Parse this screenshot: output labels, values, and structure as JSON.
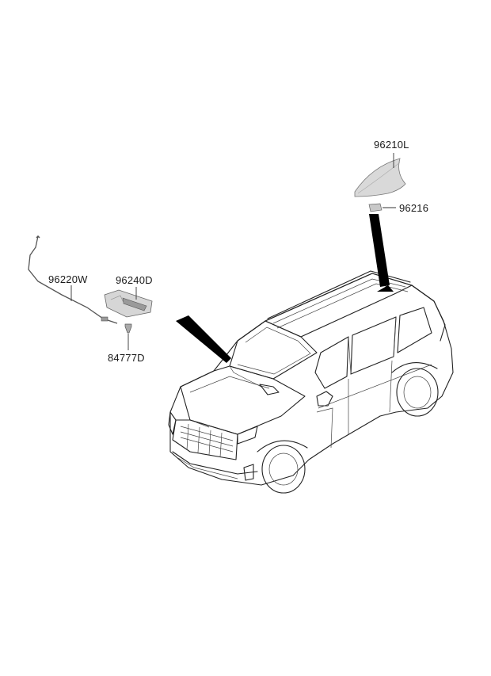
{
  "labels": {
    "shark_fin_antenna": "96210L",
    "antenna_pad": "96216",
    "antenna_feeder_cable": "96220W",
    "glass_antenna_module": "96240D",
    "screw": "84777D"
  },
  "colors": {
    "line": "#222222",
    "part_fill": "#d9d9d9",
    "pointer_fill": "#000000"
  }
}
